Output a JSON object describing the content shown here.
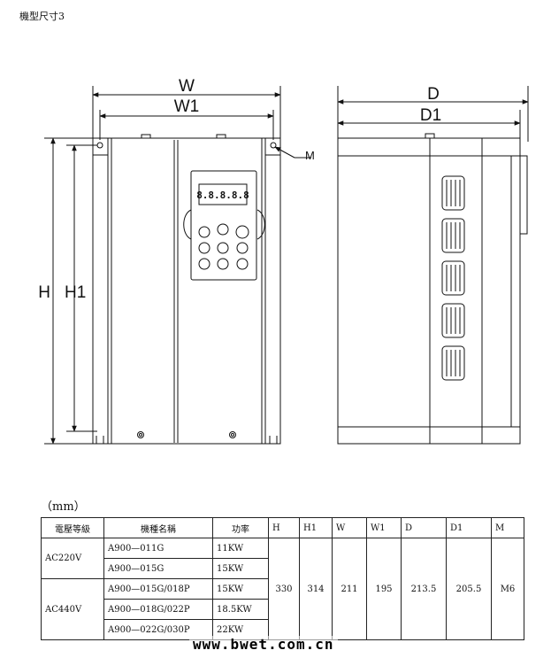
{
  "page_title": "機型尺寸3",
  "unit_label": "（mm）",
  "drawing": {
    "front_dims": {
      "w": "W",
      "w1": "W1",
      "h": "H",
      "h1": "H1",
      "m": "M"
    },
    "side_dims": {
      "d": "D",
      "d1": "D1"
    }
  },
  "table": {
    "headers": [
      "電壓等級",
      "機種名稱",
      "功率",
      "H",
      "H1",
      "W",
      "W1",
      "D",
      "D1",
      "M"
    ],
    "groups": [
      {
        "voltage": "AC220V",
        "rows": [
          {
            "model": "A900—011G",
            "power": "11KW"
          },
          {
            "model": "A900—015G",
            "power": "15KW"
          }
        ]
      },
      {
        "voltage": "AC440V",
        "rows": [
          {
            "model": "A900—015G/018P",
            "power": "15KW"
          },
          {
            "model": "A900—018G/022P",
            "power": "18.5KW"
          },
          {
            "model": "A900—022G/030P",
            "power": "22KW"
          }
        ]
      }
    ],
    "dims": {
      "H": "330",
      "H1": "314",
      "W": "211",
      "W1": "195",
      "D": "213.5",
      "D1": "205.5",
      "M": "M6"
    }
  },
  "watermark": "www.bwet.com.cn"
}
